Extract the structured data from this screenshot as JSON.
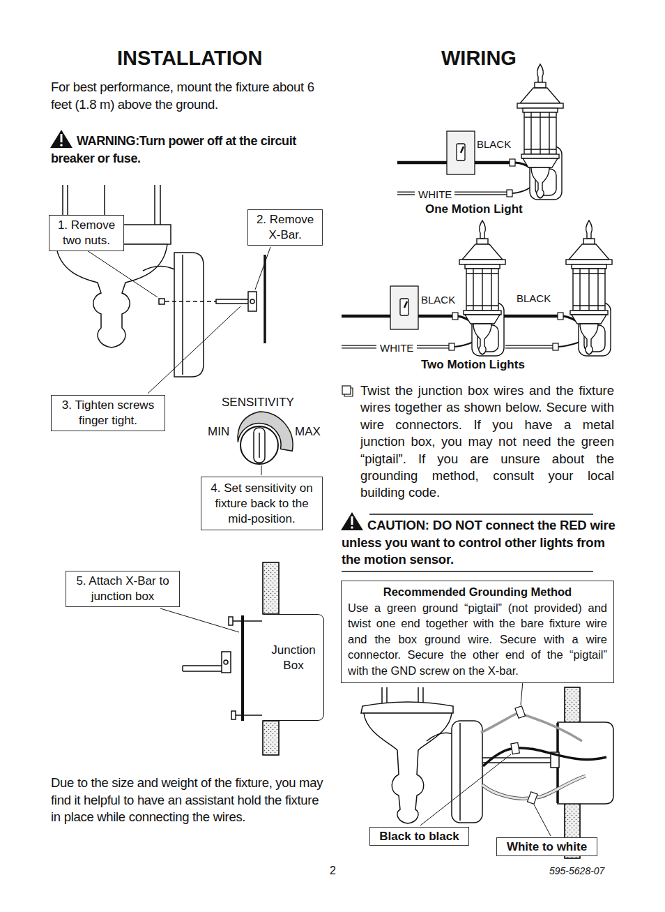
{
  "diagram": {
    "nodes": [
      {
        "text": [
          "1. Remove two nuts."
        ]
      },
      {
        "text": [
          "2. Remove X-Bar."
        ]
      },
      {
        "text": [
          "3. Tighten screws finger tight."
        ]
      },
      {
        "text": [
          "4. Set sensitivity on fixture back to the mid-position."
        ]
      },
      {
        "text": [
          "5. Attach X-Bar to junction box"
        ]
      },
      {
        "text": [
          "Junction Box"
        ]
      },
      {
        "text": [
          "Recommended Grounding Method",
          "Use a green ground “pigtail” (not provided) and twist one end together with the bare fixture wire and the box ground wire. Secure with a wire connector. Secure the other end of the “pigtail” with the GND screw on the X-bar."
        ]
      },
      {
        "text": [
          "Black to black"
        ]
      },
      {
        "text": [
          "White to white"
        ]
      }
    ],
    "labels": [
      "INSTALLATION",
      "For best performance, mount the fixture about 6 feet (1.8 m) above the ground.",
      "WARNING:Turn power off at the circuit breaker or fuse.",
      "SENSITIVITY",
      "MIN",
      "MAX",
      "Due to the size and weight of the fixture, you may find it helpful to have an assistant hold the fixture in place while connecting the wires.",
      "WIRING",
      "BLACK",
      "WHITE",
      "One Motion Light",
      "BLACK",
      "BLACK",
      "WHITE",
      "Two Motion Lights",
      "Twist the junction box wires and the fixture wires together as shown below. Secure with wire connectors. If you have a metal junction box, you may not need the green “pigtail”. If you are unsure about the grounding method, consult your local building code.",
      "CAUTION: DO NOT connect the RED wire unless you want to control other lights from the motion sensor.",
      "2",
      "595-5628-07"
    ]
  }
}
